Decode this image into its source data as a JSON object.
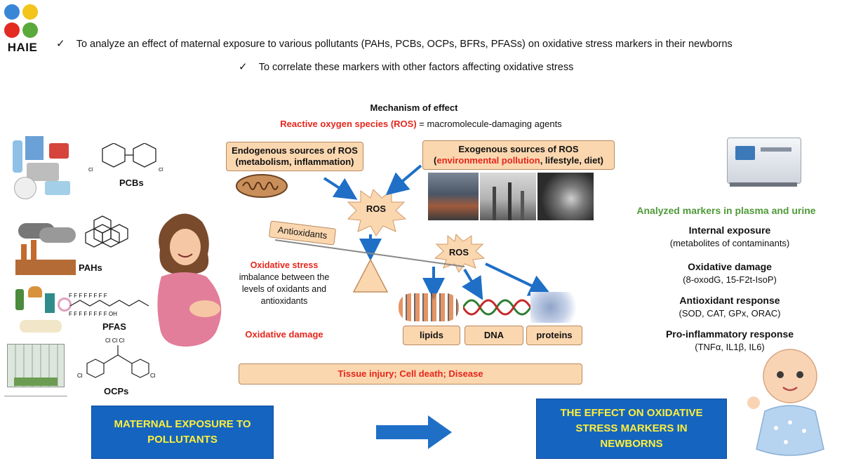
{
  "logo": {
    "text": "HAIE",
    "dots": [
      "#3a86d6",
      "#f2c41c",
      "#e32b24",
      "#5aa93b"
    ]
  },
  "objectives": [
    "To analyze an effect of  maternal exposure to various pollutants (PAHs, PCBs, OCPs, BFRs, PFASs) on oxidative stress markers in their  newborns",
    "To correlate these markers with other factors affecting oxidative stress"
  ],
  "check_glyph": "✓",
  "mechanism": {
    "title": "Mechanism of effect",
    "ros_def_red": "Reactive oxygen species (ROS)",
    "ros_def_rest": " = macromolecule-damaging  agents",
    "endogenous": {
      "line1": "Endogenous sources of ROS",
      "line2": "(metabolism, inflammation)"
    },
    "exogenous": {
      "line1": "Exogenous sources of ROS",
      "paren_open": "(",
      "red": "environmental pollution",
      "rest": ", lifestyle, diet)"
    },
    "ros_label": "ROS",
    "antioxidants": "Antioxidants",
    "stress_title": "Oxidative stress",
    "stress_desc": "imbalance between the levels of oxidants and antioxidants",
    "damage_label": "Oxidative damage",
    "targets": [
      "lipids",
      "DNA",
      "proteins"
    ],
    "outcome": "Tissue injury; Cell death; Disease"
  },
  "pollutants": {
    "pcbs": "PCBs",
    "pahs": "PAHs",
    "pfas": "PFAS",
    "ocps": "OCPs"
  },
  "markers": {
    "title": "Analyzed markers in plasma and urine",
    "groups": [
      {
        "head": "Internal exposure",
        "detail": "(metabolites of contaminants)"
      },
      {
        "head": "Oxidative damage",
        "detail": "(8-oxodG, 15-F2t-IsoP)"
      },
      {
        "head": "Antioxidant response",
        "detail": "(SOD, CAT, GPx, ORAC)"
      },
      {
        "head": "Pro-inflammatory response",
        "detail": "(TNFα, IL1β, IL6)"
      }
    ]
  },
  "bottom": {
    "left": "MATERNAL EXPOSURE TO POLLUTANTS",
    "right": "THE EFFECT ON OXIDATIVE STRESS MARKERS IN NEWBORNS"
  },
  "colors": {
    "box_fill": "#fbd7b0",
    "arrow_blue": "#1f6fc6",
    "bottom_box": "#1565c0",
    "bottom_text": "#ffef3a",
    "accent_red": "#e5261c",
    "accent_green": "#4e9a38"
  }
}
